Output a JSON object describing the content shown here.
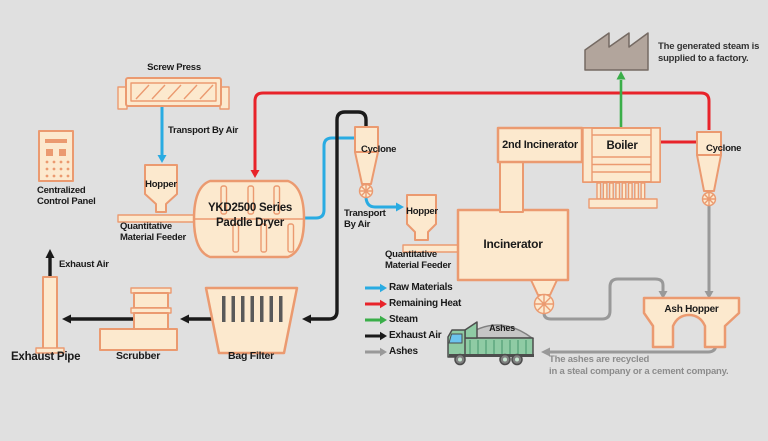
{
  "colors": {
    "background": "#E0E0E0",
    "equipment_fill": "#FCE9CE",
    "equipment_stroke": "#EB9A70",
    "raw_materials": "#29ABE2",
    "remaining_heat": "#E8232A",
    "steam": "#3AAE49",
    "exhaust_air": "#1A1A1A",
    "ashes": "#999999",
    "factory_fill": "#B2A59C",
    "truck_body": "#8FCBA4",
    "truck_window": "#6CC4EE",
    "ash_pile": "#C6C6C6"
  },
  "nodes": {
    "screw_press": {
      "label": "Screw Press"
    },
    "control_panel": {
      "label_line1": "Centralized",
      "label_line2": "Control Panel"
    },
    "hopper_1": {
      "label": "Hopper"
    },
    "feeder_1": {
      "label_line1": "Quantitative",
      "label_line2": "Material Feeder"
    },
    "paddle_dryer": {
      "label_line1": "YKD2500 Series",
      "label_line2": "Paddle Dryer"
    },
    "cyclone_mid": {
      "label": "Cyclone"
    },
    "hopper_2": {
      "label": "Hopper"
    },
    "feeder_2": {
      "label_line1": "Quantitative",
      "label_line2": "Material Feeder"
    },
    "incinerator": {
      "label": "Incinerator"
    },
    "second_incinerator": {
      "label": "2nd Incinerator"
    },
    "boiler": {
      "label": "Boiler"
    },
    "cyclone_right": {
      "label": "Cyclone"
    },
    "ash_hopper": {
      "label": "Ash Hopper"
    },
    "exhaust_pipe": {
      "label": "Exhaust Pipe"
    },
    "scrubber": {
      "label": "Scrubber"
    },
    "bag_filter": {
      "label": "Bag Filter"
    },
    "truck": {
      "load_label": "Ashes"
    }
  },
  "flow_labels": {
    "transport_by_air_1": "Transport By Air",
    "transport_by_air_2_line1": "Transport",
    "transport_by_air_2_line2": "By Air",
    "exhaust_air": "Exhaust Air"
  },
  "notes": {
    "steam_line1": "The generated steam is",
    "steam_line2": "supplied to a factory.",
    "ashes_line1": "The ashes are recycled",
    "ashes_line2": "in a steal company or a cement company."
  },
  "legend": {
    "items": [
      {
        "label": "Raw Materials",
        "color": "#29ABE2"
      },
      {
        "label": "Remaining Heat",
        "color": "#E8232A"
      },
      {
        "label": "Steam",
        "color": "#3AAE49"
      },
      {
        "label": "Exhaust Air",
        "color": "#1A1A1A"
      },
      {
        "label": "Ashes",
        "color": "#999999"
      }
    ]
  }
}
